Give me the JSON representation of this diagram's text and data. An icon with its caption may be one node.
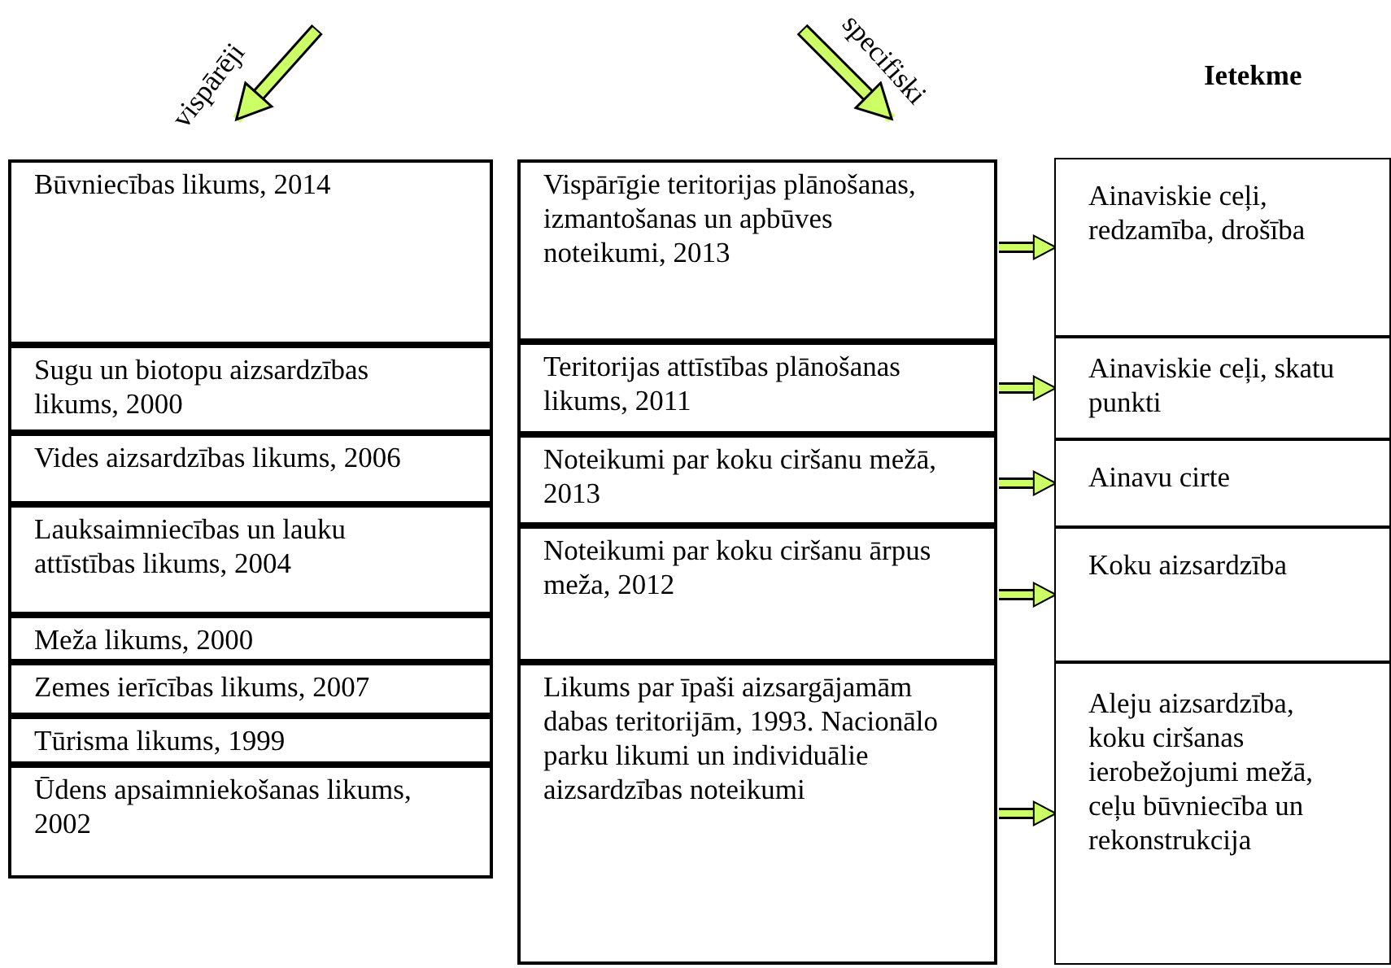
{
  "diagram": {
    "nodes": [
      {
        "text": [
          "Būvniecības likums, 2014"
        ]
      },
      {
        "text": [
          "Sugu un biotopu aizsardzības likums, 2000"
        ]
      },
      {
        "text": [
          "Vides aizsardzības likums, 2006"
        ]
      },
      {
        "text": [
          "Lauksaimniecības un lauku attīstības likums, 2004"
        ]
      },
      {
        "text": [
          "Meža likums, 2000"
        ]
      },
      {
        "text": [
          "Zemes ierīcības likums, 2007"
        ]
      },
      {
        "text": [
          "Tūrisma likums, 1999"
        ]
      },
      {
        "text": [
          "Ūdens apsaimniekošanas likums, 2002"
        ]
      },
      {
        "text": [
          "Vispārīgie teritorijas plānošanas, izmantošanas un apbūves noteikumi, 2013"
        ]
      },
      {
        "text": [
          "Teritorijas attīstības plānošanas likums, 2011"
        ]
      },
      {
        "text": [
          "Noteikumi par koku ciršanu mežā, 2013"
        ]
      },
      {
        "text": [
          "Noteikumi par koku ciršanu ārpus meža, 2012"
        ]
      },
      {
        "text": [
          "Likums par īpaši aizsargājamām dabas teritorijām, 1993. Nacionālo parku likumi un individuālie aizsardzības noteikumi"
        ]
      },
      {
        "text": [
          "Ainaviskie ceļi, redzamība, drošība"
        ]
      },
      {
        "text": [
          "Ainaviskie ceļi, skatu punkti"
        ]
      },
      {
        "text": [
          "Ainavu cirte"
        ]
      },
      {
        "text": [
          "Koku aizsardzība"
        ]
      },
      {
        "text": [
          "Aleju aizsardzība, koku ciršanas ierobežojumi mežā, ceļu būvniecība un rekonstrukcija"
        ]
      }
    ],
    "edges": [
      {
        "from": 8,
        "to": 13,
        "arrow": "to"
      },
      {
        "from": 9,
        "to": 14,
        "arrow": "to"
      },
      {
        "from": 10,
        "to": 15,
        "arrow": "to"
      },
      {
        "from": 11,
        "to": 16,
        "arrow": "to"
      },
      {
        "from": 12,
        "to": 17,
        "arrow": "to"
      }
    ],
    "labels": [
      "vispārēji",
      "specifiski",
      "Ietekme"
    ]
  }
}
